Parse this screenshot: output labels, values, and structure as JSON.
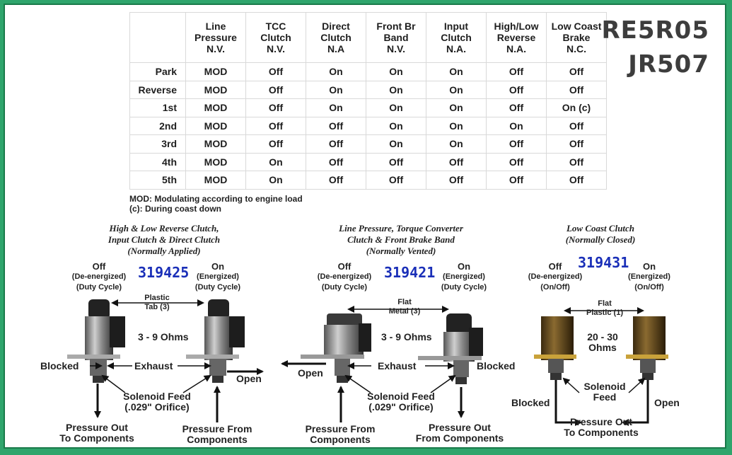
{
  "model": {
    "line1": "RE5R05",
    "line2": "JR507"
  },
  "table": {
    "headers": [
      {
        "l1": "Line",
        "l2": "Pressure",
        "l3": "N.V."
      },
      {
        "l1": "TCC",
        "l2": "Clutch",
        "l3": "N.V."
      },
      {
        "l1": "Direct",
        "l2": "Clutch",
        "l3": "N.A"
      },
      {
        "l1": "Front Br",
        "l2": "Band",
        "l3": "N.V."
      },
      {
        "l1": "Input",
        "l2": "Clutch",
        "l3": "N.A."
      },
      {
        "l1": "High/Low",
        "l2": "Reverse",
        "l3": "N.A."
      },
      {
        "l1": "Low Coast",
        "l2": "Brake",
        "l3": "N.C."
      }
    ],
    "rows": [
      {
        "name": "Park",
        "cells": [
          "MOD",
          "Off",
          "On",
          "On",
          "On",
          "Off",
          "Off"
        ]
      },
      {
        "name": "Reverse",
        "cells": [
          "MOD",
          "Off",
          "On",
          "On",
          "On",
          "Off",
          "Off"
        ]
      },
      {
        "name": "1st",
        "cells": [
          "MOD",
          "Off",
          "On",
          "On",
          "On",
          "Off",
          "On (c)"
        ]
      },
      {
        "name": "2nd",
        "cells": [
          "MOD",
          "Off",
          "Off",
          "On",
          "On",
          "On",
          "Off"
        ]
      },
      {
        "name": "3rd",
        "cells": [
          "MOD",
          "Off",
          "Off",
          "On",
          "On",
          "Off",
          "Off"
        ]
      },
      {
        "name": "4th",
        "cells": [
          "MOD",
          "On",
          "Off",
          "Off",
          "Off",
          "Off",
          "Off"
        ]
      },
      {
        "name": "5th",
        "cells": [
          "MOD",
          "On",
          "Off",
          "Off",
          "Off",
          "Off",
          "Off"
        ]
      }
    ]
  },
  "notes": {
    "mod": "MOD: Modulating according to engine load",
    "coast": "(c): During coast down"
  },
  "diagrams": {
    "left": {
      "title1": "High & Low Reverse Clutch,",
      "title2": "Input Clutch & Direct Clutch",
      "title3": "(Normally Applied)",
      "part": "319425",
      "off": "Off",
      "off_sub1": "(De-energized)",
      "off_sub2": "(Duty Cycle)",
      "on": "On",
      "on_sub1": "(Energized)",
      "on_sub2": "(Duty Cycle)",
      "tab1": "Plastic",
      "tab2": "Tab (3)",
      "ohms": "3 - 9 Ohms",
      "blocked": "Blocked",
      "exhaust": "Exhaust",
      "open": "Open",
      "feed1": "Solenoid Feed",
      "feed2": "(.029\" Orifice)",
      "out1": "Pressure Out",
      "out2": "To Components",
      "from1": "Pressure From",
      "from2": "Components"
    },
    "middle": {
      "title1": "Line Pressure, Torque Converter",
      "title2": "Clutch & Front Brake Band",
      "title3": "(Normally Vented)",
      "part": "319421",
      "off": "Off",
      "off_sub1": "(De-energized)",
      "off_sub2": "(Duty Cycle)",
      "on": "On",
      "on_sub1": "(Energized)",
      "on_sub2": "(Duty Cycle)",
      "tab1": "Flat",
      "tab2": "Metal (3)",
      "ohms": "3 - 9 Ohms",
      "open": "Open",
      "exhaust": "Exhaust",
      "blocked": "Blocked",
      "feed1": "Solenoid Feed",
      "feed2": "(.029\" Orifice)",
      "from1": "Pressure From",
      "from2": "Components",
      "out1": "Pressure Out",
      "out2": "From Components"
    },
    "right": {
      "title1": "Low Coast Clutch",
      "title2": "(Normally Closed)",
      "part": "319431",
      "off": "Off",
      "off_sub1": "(De-energized)",
      "off_sub2": "(On/Off)",
      "on": "On",
      "on_sub1": "(Energized)",
      "on_sub2": "(On/Off)",
      "tab1": "Flat",
      "tab2": "Plastic (1)",
      "ohms1": "20 - 30",
      "ohms2": "Ohms",
      "feed1": "Solenoid",
      "feed2": "Feed",
      "blocked": "Blocked",
      "open": "Open",
      "out1": "Pressure Out",
      "out2": "To Components"
    }
  }
}
